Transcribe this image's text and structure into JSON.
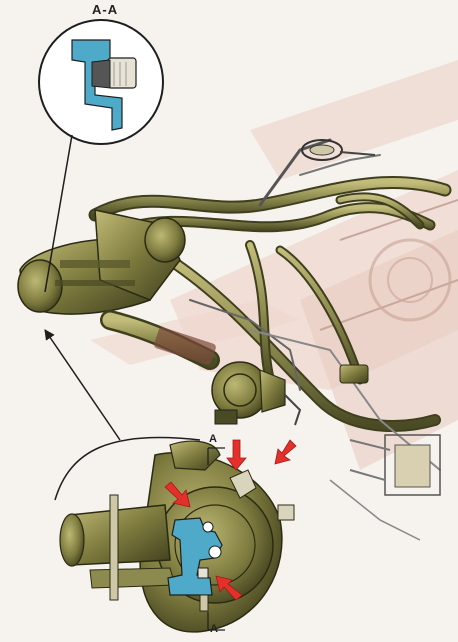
{
  "labels": {
    "section_title": "A-A",
    "section_mark_top": "A",
    "section_mark_bottom": "A"
  },
  "colors": {
    "background": "#f6f3ee",
    "body_olive": "#7d7a3e",
    "body_dark": "#4a4a24",
    "body_light": "#b2ad68",
    "pipe": "#8c8a4e",
    "frame_tint": "#e8c9bf",
    "section_blue": "#4fa9c9",
    "flow_arrow": "#e3302a",
    "outline": "#1e1e1e"
  },
  "icons": [
    "flow-arrow-icon",
    "leader-arrow-icon"
  ]
}
